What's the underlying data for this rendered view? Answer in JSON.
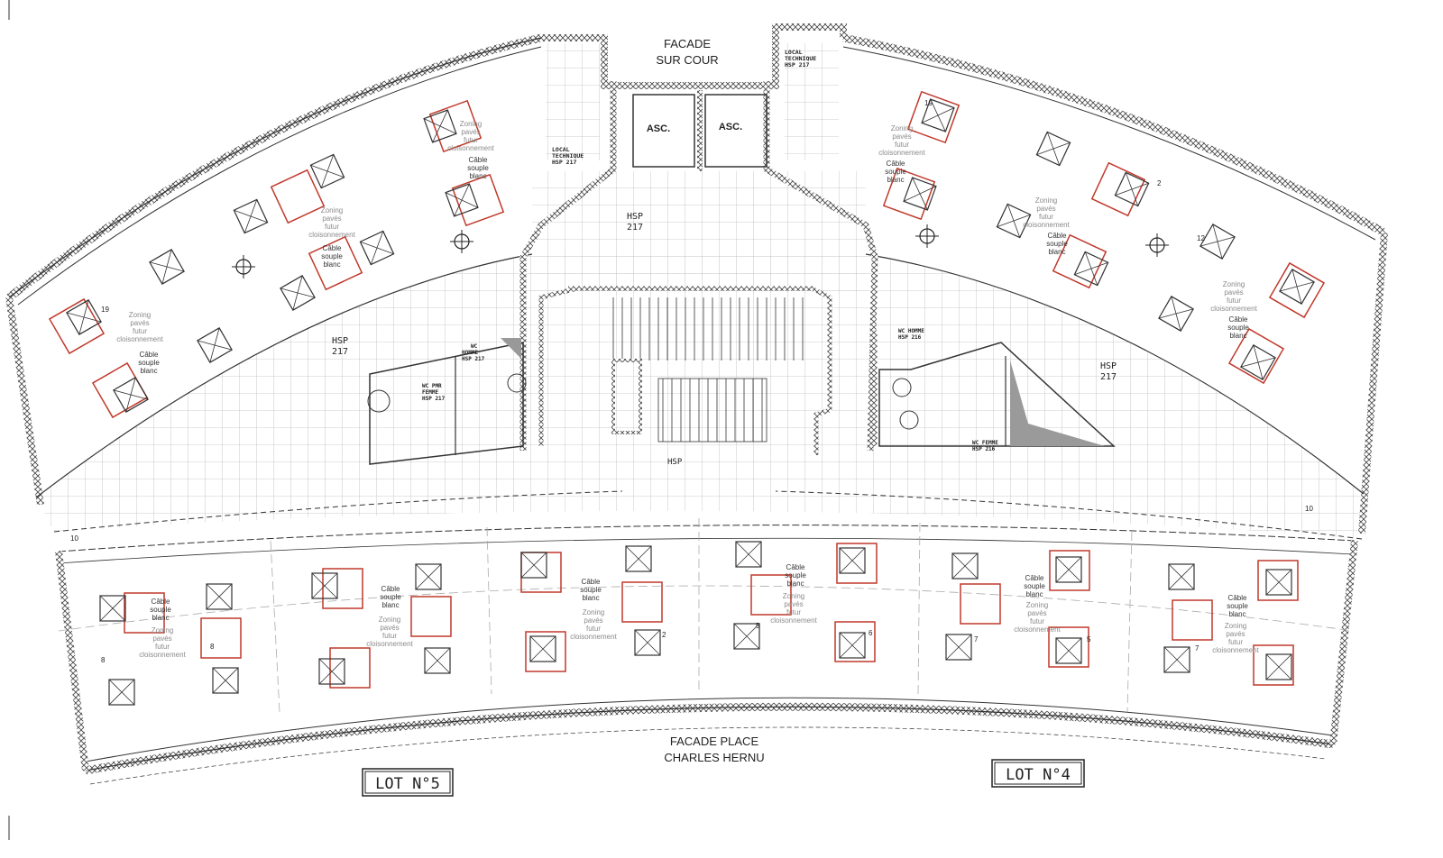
{
  "title": {
    "top_facade": [
      "FACADE",
      "SUR COUR"
    ],
    "bottom_facade": [
      "FACADE PLACE",
      "CHARLES HERNU"
    ]
  },
  "lots": {
    "left": "LOT N°5",
    "right": "LOT N°4"
  },
  "rooms": {
    "elevator": "ASC.",
    "local_tech_left": [
      "LOCAL",
      "TECHNIQUE",
      "HSP 217"
    ],
    "local_tech_right": [
      "LOCAL",
      "TECHNIQUE",
      "HSP 217"
    ],
    "hall": [
      "HSP",
      "217"
    ],
    "office_left": [
      "HSP",
      "217"
    ],
    "office_right": [
      "HSP",
      "217"
    ],
    "wc_homme_left": [
      "WC",
      "HOMME",
      "HSP 217"
    ],
    "wc_pmr_femme": [
      "WC PMR",
      "FEMME",
      "HSP 217"
    ],
    "wc_homme_right": [
      "WC HOMME",
      "HSP 216"
    ],
    "wc_femme_right": [
      "WC FEMME",
      "HSP 216"
    ],
    "stair_hsp": "HSP"
  },
  "annotations": {
    "zoning": [
      "Zoning",
      "pavés",
      "futur",
      "cloisonnement"
    ],
    "cable": [
      "Câble",
      "souple",
      "blanc"
    ],
    "numbers": [
      "19",
      "19",
      "12",
      "2",
      "10",
      "10",
      "8",
      "8",
      "6",
      "5",
      "7",
      "7",
      "5",
      "2"
    ]
  },
  "colors": {
    "line": "#333333",
    "fixture_red": "#c0392b",
    "grid": "#b5b5b5",
    "zoning_text": "#8a8a8a"
  }
}
